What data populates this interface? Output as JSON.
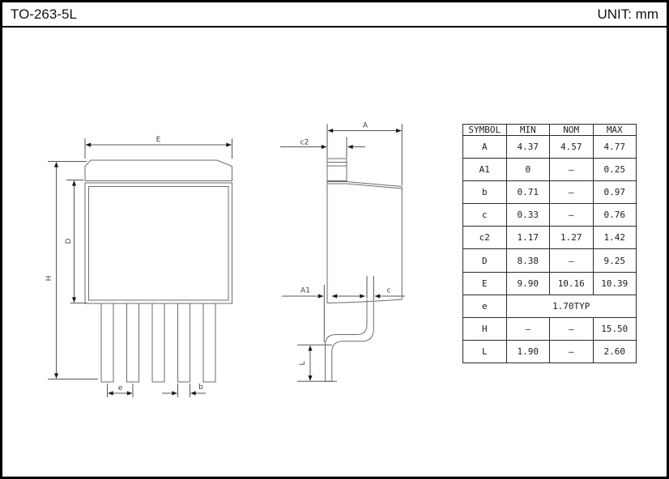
{
  "header": {
    "title": "TO-263-5L",
    "unit_label": "UNIT: mm"
  },
  "labels": {
    "E": "E",
    "D": "D",
    "H": "H",
    "e": "e",
    "b": "b",
    "A": "A",
    "c2": "c2",
    "A1": "A1",
    "c": "c",
    "L": "L"
  },
  "table": {
    "columns": [
      "SYMBOL",
      "MIN",
      "NOM",
      "MAX"
    ],
    "rows": [
      {
        "symbol": "A",
        "min": "4.37",
        "nom": "4.57",
        "max": "4.77"
      },
      {
        "symbol": "A1",
        "min": "0",
        "nom": "–",
        "max": "0.25"
      },
      {
        "symbol": "b",
        "min": "0.71",
        "nom": "–",
        "max": "0.97"
      },
      {
        "symbol": "c",
        "min": "0.33",
        "nom": "–",
        "max": "0.76"
      },
      {
        "symbol": "c2",
        "min": "1.17",
        "nom": "1.27",
        "max": "1.42"
      },
      {
        "symbol": "D",
        "min": "8.38",
        "nom": "–",
        "max": "9.25"
      },
      {
        "symbol": "E",
        "min": "9.90",
        "nom": "10.16",
        "max": "10.39"
      },
      {
        "symbol": "e",
        "span": "1.70TYP"
      },
      {
        "symbol": "H",
        "min": "–",
        "nom": "–",
        "max": "15.50"
      },
      {
        "symbol": "L",
        "min": "1.90",
        "nom": "–",
        "max": "2.60"
      }
    ]
  },
  "colors": {
    "outline": "#6b6b6b",
    "dimension": "#565656",
    "arrow": "#1a1a1a",
    "frame": "#000000",
    "background": "#ffffff"
  }
}
